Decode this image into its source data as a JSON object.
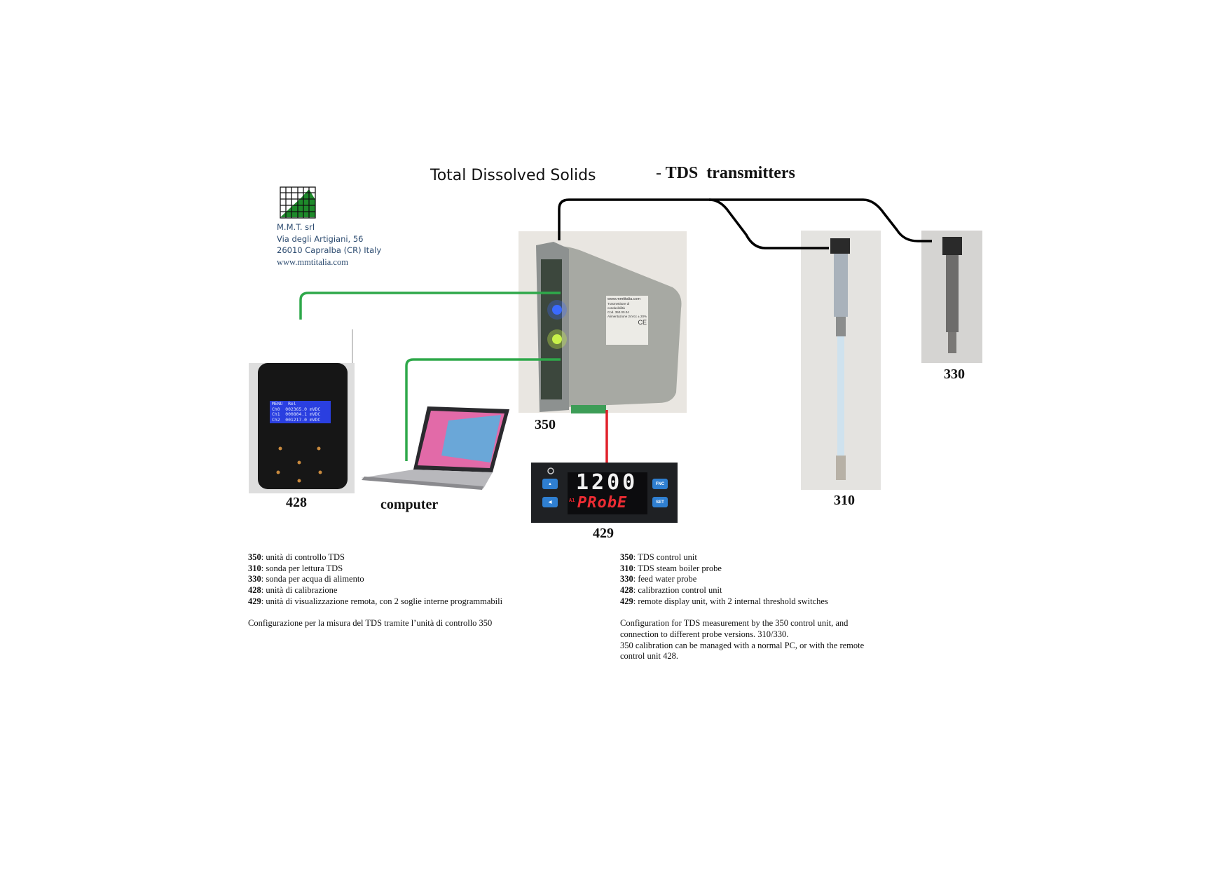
{
  "header": {
    "title": "Total Dissolved Solids",
    "subtitle_dash": "-",
    "subtitle": "TDS  transmitters"
  },
  "company": {
    "name": "M.M.T. srl",
    "street": "Via degli Artigiani, 56",
    "city": "26010 Capralba (CR) Italy",
    "website": "www.mmtitalia.com"
  },
  "devices": {
    "d350": "350",
    "d310": "310",
    "d330": "330",
    "d428": "428",
    "d429": "429",
    "computer": "computer"
  },
  "display428": {
    "line0": "MENU  Rel",
    "line1": "Ch0  002365.0 mVDC",
    "line2": "Ch1  000804.1 mVDC",
    "line3": "Ch2  001217.0 mVDC"
  },
  "display429": {
    "value": "1200",
    "alarm": "A1",
    "text": "PRobE",
    "fnc": "FNC",
    "set": "SET"
  },
  "label350": {
    "l1": "www.mmtitalia.com",
    "l2": "Trasmettitore di conducibilità",
    "l3": "Cod. 350.00.04",
    "l4": "Alimentazione 24Vcc ± 20%",
    "ce": "CE"
  },
  "legend_it": {
    "items": [
      {
        "code": "350",
        "text": ": unità di controllo TDS"
      },
      {
        "code": "310",
        "text": ": sonda per lettura TDS"
      },
      {
        "code": "330",
        "text": ": sonda per acqua di alimento"
      },
      {
        "code": "428",
        "text": ": unità di calibrazione"
      },
      {
        "code": "429",
        "text": ": unità di visualizzazione remota, con 2 soglie interne programmabili"
      }
    ],
    "note": "Configurazione per la misura del TDS tramite l’unità di controllo 350"
  },
  "legend_en": {
    "items": [
      {
        "code": "350",
        "text": ": TDS control unit"
      },
      {
        "code": "310",
        "text": ": TDS steam boiler probe"
      },
      {
        "code": "330",
        "text": ": feed water probe"
      },
      {
        "code": "428",
        "text": ": calibraztion control unit"
      },
      {
        "code": "429",
        "text": ": remote display unit, with 2 internal threshold switches"
      }
    ],
    "note1": "Configuration for TDS measurement by the 350 control unit, and",
    "note2": "connection to different probe versions. 310/330.",
    "note3": "350 calibration can be managed with a normal PC, or with the remote",
    "note4": "control unit 428."
  },
  "colors": {
    "wire_probe": "#000000",
    "wire_data": "#2ea84a",
    "wire_display": "#e0202a",
    "logo_green": "#1e8a2a",
    "address_text": "#2b4a6f"
  }
}
